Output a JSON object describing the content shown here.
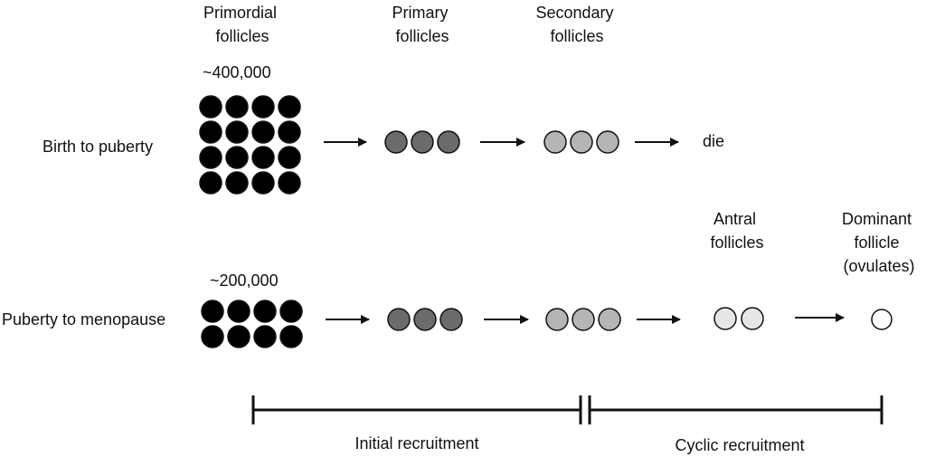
{
  "stages": {
    "primordial": [
      "Primordial",
      "follicles"
    ],
    "primary": [
      "Primary",
      "follicles"
    ],
    "secondary": [
      "Secondary",
      "follicles"
    ],
    "antral": [
      "Antral",
      "follicles"
    ],
    "dominant": [
      "Dominant",
      "follicle",
      "(ovulates)"
    ]
  },
  "rows": {
    "birth": {
      "label": "Birth to puberty",
      "count": "~400,000",
      "primordial_grid": {
        "rows": 4,
        "cols": 4
      },
      "primary_count": 3,
      "secondary_count": 3,
      "outcome": "die"
    },
    "puberty": {
      "label": "Puberty to menopause",
      "count": "~200,000",
      "primordial_grid": {
        "rows": 2,
        "cols": 4
      },
      "primary_count": 3,
      "secondary_count": 3,
      "antral_count": 2,
      "dominant_count": 1
    }
  },
  "recruitment": {
    "initial": "Initial recruitment",
    "cyclic": "Cyclic recruitment"
  },
  "colors": {
    "primordial": "#000000",
    "primary": "#6b6b6b",
    "secondary": "#b5b5b5",
    "antral": "#e6e6e6",
    "dominant": "#ffffff",
    "stroke": "#111111"
  }
}
